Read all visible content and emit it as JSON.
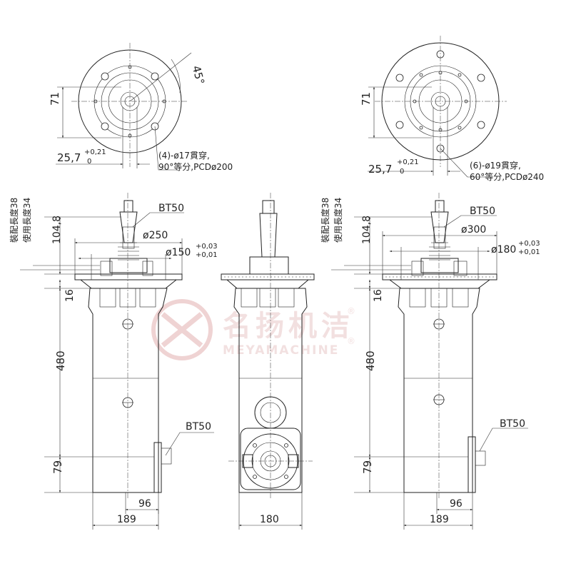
{
  "watermark": {
    "cn": "名扬机洁",
    "en": "MEYAMACHINE",
    "reg": "®",
    "color": "#e6b8b8"
  },
  "top_left": {
    "dim_71": "71",
    "dim_25_7": "25,7",
    "tol_upper": "+0,21",
    "tol_lower": "0",
    "angle": "45°",
    "holes_line1": "(4)-ø17貫穿,",
    "holes_line2": "90°等分,PCDø200"
  },
  "top_right": {
    "dim_71": "71",
    "dim_25_7": "25,7",
    "tol_upper": "+0,21",
    "tol_lower": "0",
    "holes_line1": "(6)-ø19貫穿,",
    "holes_line2": "60°等分,PCDø240"
  },
  "left_view": {
    "bt50_top": "BT50",
    "dia_flange": "ø250",
    "dia_pilot": "ø150",
    "pilot_tol_upper": "+0,03",
    "pilot_tol_lower": "+0,01",
    "assembly_len": "裝配長度38",
    "use_len": "使用長度34",
    "dim_104_8": "104,8",
    "dim_16": "16",
    "dim_480": "480",
    "dim_79": "79",
    "dim_96": "96",
    "dim_189": "189",
    "bt50_side": "BT50"
  },
  "middle_view": {
    "dim_180": "180"
  },
  "right_view": {
    "bt50_top": "BT50",
    "dia_flange": "ø300",
    "dia_pilot": "ø180",
    "pilot_tol_upper": "+0,03",
    "pilot_tol_lower": "+0,01",
    "assembly_len": "裝配長度38",
    "use_len": "使用長度34",
    "dim_104_8": "104,8",
    "dim_16": "16",
    "dim_480": "480",
    "dim_79": "79",
    "dim_96": "96",
    "dim_189": "189",
    "bt50_side": "BT50"
  }
}
